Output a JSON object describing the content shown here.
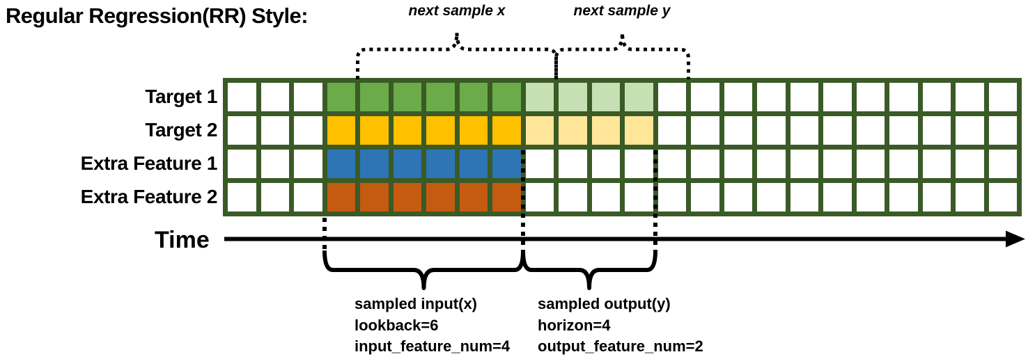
{
  "title": "Regular Regression(RR) Style:",
  "top_annotations": {
    "next_sample_x": "next sample x",
    "next_sample_y": "next sample y"
  },
  "grid": {
    "columns": 24,
    "pre_white_cols": 3,
    "input_cols": 6,
    "output_cols": 4,
    "post_white_cols": 11,
    "border_color": "#3A5A26",
    "empty_cell_color": "#FFFFFF"
  },
  "rows": [
    {
      "label": "Target 1",
      "input_color": "#6BAB49",
      "output_color": "#C6E0B4"
    },
    {
      "label": "Target 2",
      "input_color": "#FFC000",
      "output_color": "#FFE699"
    },
    {
      "label": "Extra Feature 1",
      "input_color": "#2E75B6",
      "output_color": "#FFFFFF"
    },
    {
      "label": "Extra Feature 2",
      "input_color": "#C55A11",
      "output_color": "#FFFFFF"
    }
  ],
  "time_axis": {
    "label": "Time"
  },
  "bottom_annotations": {
    "input_block": {
      "line1": "sampled input(x)",
      "line2": "lookback=6",
      "line3": "input_feature_num=4"
    },
    "output_block": {
      "line1": "sampled output(y)",
      "line2": "horizon=4",
      "line3": "output_feature_num=2"
    }
  },
  "accent_colors": {
    "annotation_black": "#000000"
  }
}
